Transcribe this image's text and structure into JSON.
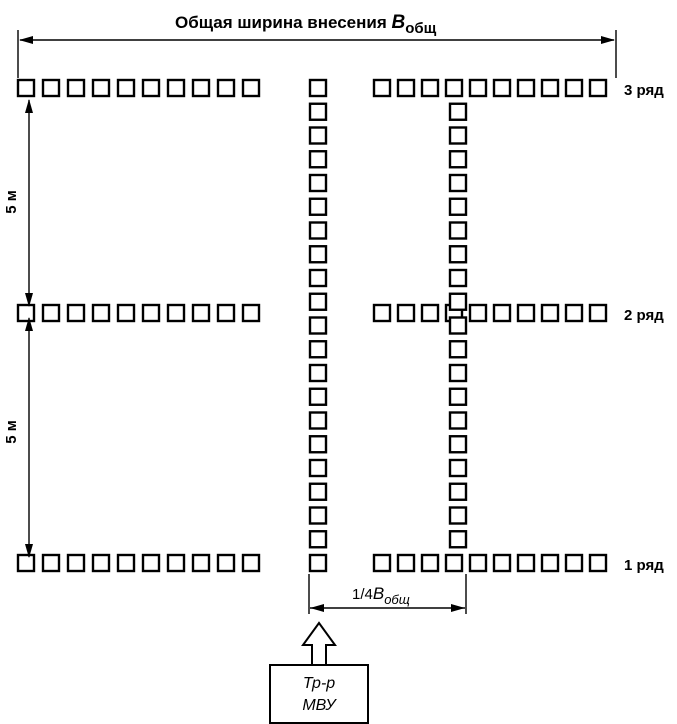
{
  "title": {
    "text": "Общая ширина внесения ",
    "var": "B",
    "sub": "общ"
  },
  "rows": {
    "row3": "3 ряд",
    "row2": "2 ряд",
    "row1": "1 ряд"
  },
  "distances": {
    "upper": "5 м",
    "lower": "5 м"
  },
  "quarter_width": {
    "prefix": "1/4",
    "var": "B",
    "sub": "общ"
  },
  "tractor": {
    "line1": "Тр-р",
    "line2": "МВУ"
  },
  "colors": {
    "stroke": "#000000",
    "background": "#ffffff"
  }
}
